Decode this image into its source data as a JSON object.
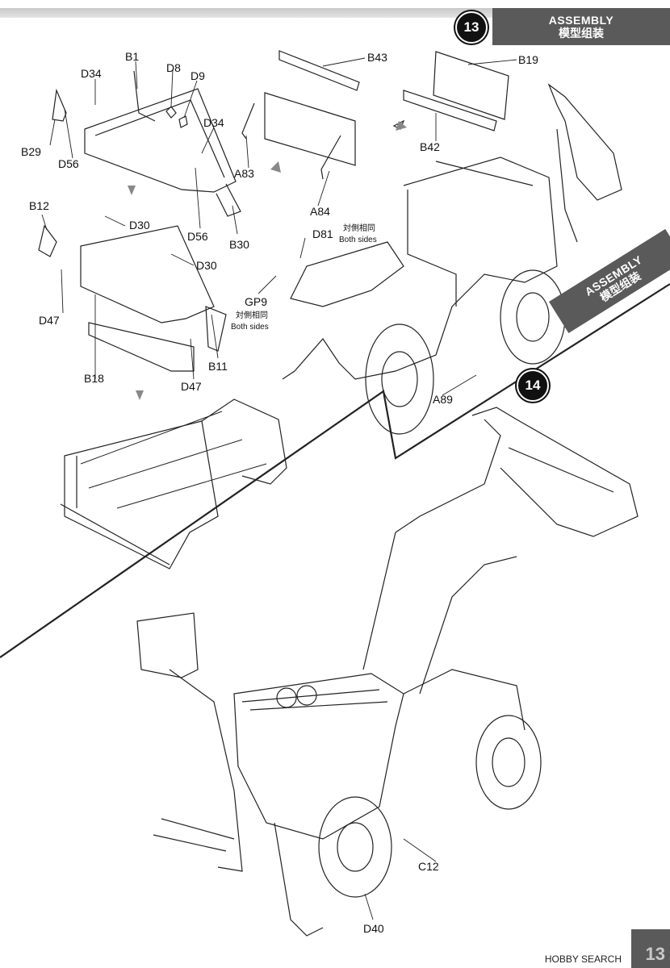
{
  "step13": {
    "number": "13",
    "title_en": "ASSEMBLY",
    "title_zh": "模型组装"
  },
  "step14": {
    "number": "14",
    "title_en": "ASSEMBLY",
    "title_zh": "模型组装"
  },
  "parts": {
    "B1": "B1",
    "D8": "D8",
    "D9": "D9",
    "D34a": "D34",
    "D34b": "D34",
    "B29": "B29",
    "D56a": "D56",
    "D56b": "D56",
    "B30": "B30",
    "B43": "B43",
    "B19": "B19",
    "B42": "B42",
    "A83": "A83",
    "A84": "A84",
    "B12": "B12",
    "D30a": "D30",
    "D30b": "D30",
    "D47a": "D47",
    "D47b": "D47",
    "B18": "B18",
    "B11": "B11",
    "D81": "D81",
    "GP9": "GP9",
    "A89": "A89",
    "C12": "C12",
    "D40": "D40"
  },
  "notes": {
    "both_sides_zh_1": "対側相同",
    "both_sides_en_1": "Both sides",
    "both_sides_zh_2": "対側相同",
    "both_sides_en_2": "Both sides"
  },
  "footer": {
    "brand": "HOBBY SEARCH",
    "page_number": "13"
  }
}
